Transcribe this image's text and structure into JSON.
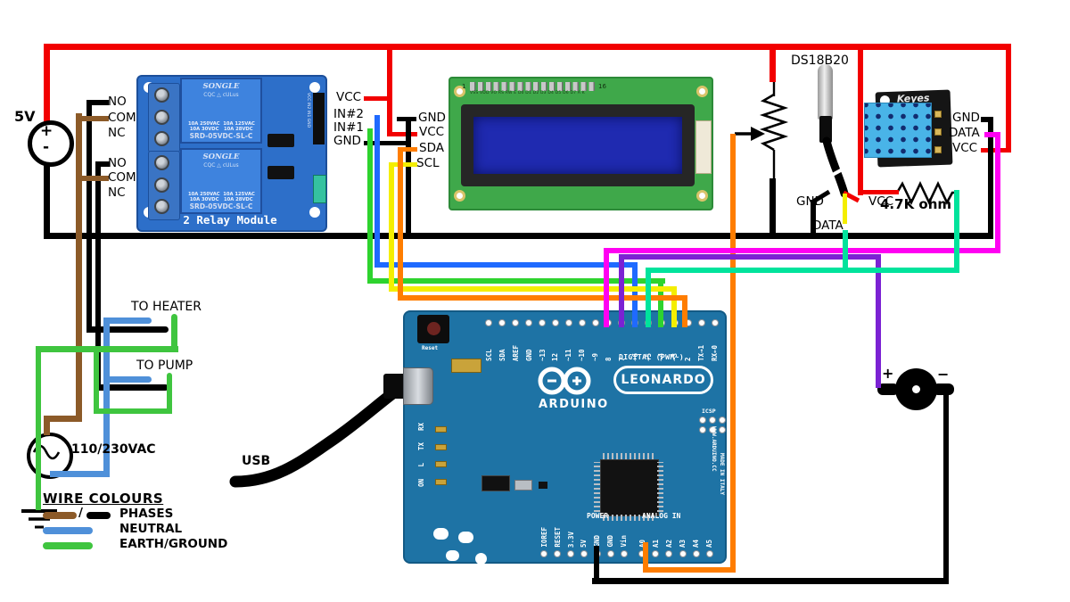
{
  "colors": {
    "wire_red": "#f20000",
    "wire_black": "#000000",
    "wire_brown": "#8c5a28",
    "wire_blue": "#1f6aff",
    "wire_neutral": "#4f90d9",
    "wire_green": "#2ed32e",
    "wire_earth": "#3fc53f",
    "wire_spring": "#00e39c",
    "wire_yellow": "#f4ee00",
    "wire_orange": "#ff7d00",
    "wire_magenta": "#ff00f2",
    "wire_purple": "#7b22d3",
    "relay_board": "#2d6fc9",
    "lcd_board": "#3fa84a",
    "lcd_screen": "#1f2ab0",
    "arduino_board": "#1e73a5",
    "sensor_blue": "#49b4e8",
    "pcb_black": "#151515"
  },
  "power": {
    "dc_label": "5V",
    "plus": "+",
    "minus": "-",
    "ac_label": "110/230VAC"
  },
  "relay": {
    "contacts_top": [
      "NO",
      "COM",
      "NC"
    ],
    "contacts_bottom": [
      "NO",
      "COM",
      "NC"
    ],
    "brand": "SONGLE",
    "cert": "CQC  △  cULus",
    "rating1": "10A 250VAC  10A 125VAC",
    "rating2": "10A 30VDC   10A 28VDC",
    "model": "SRD-05VDC-SL-C",
    "caption": "2 Relay Module",
    "header_pins": "VCC IN2 IN1 GND",
    "conn": {
      "vcc": "VCC",
      "in2": "IN#2",
      "in1": "IN#1",
      "gnd": "GND"
    }
  },
  "lcd": {
    "pin_first": "1",
    "pin_last": "16",
    "pin_names": "VSS VDD VO RS RW E D0 D1 D2 D3 D4 D5 D6 D7 A K",
    "conn": {
      "gnd": "GND",
      "vcc": "VCC",
      "sda": "SDA",
      "scl": "SCL"
    }
  },
  "ds18b20": {
    "name": "DS18B20",
    "gnd": "GND",
    "vcc": "VCC",
    "data": "DATA"
  },
  "dht11": {
    "brand": "Keyes",
    "gnd": "GND",
    "data": "DATA",
    "vcc": "VCC"
  },
  "pullup": {
    "value": "4.7K ohm"
  },
  "loads": {
    "heater": "TO HEATER",
    "pump": "TO PUMP"
  },
  "usb": {
    "label": "USB"
  },
  "buzzer": {
    "plus": "+",
    "minus": "−"
  },
  "legend": {
    "title": "WIRE COLOURS",
    "separator": "/",
    "phases": "PHASES",
    "neutral": "NEUTRAL",
    "earth": "EARTH/GROUND"
  },
  "arduino": {
    "digital_pins": [
      "SCL",
      "SDA",
      "AREF",
      "GND",
      "~13",
      "12",
      "~11",
      "~10",
      "~9",
      "8",
      "7",
      "~6",
      "~5",
      "~4",
      "~3",
      "2",
      "TX→1",
      "RX←0"
    ],
    "digital_caption": "DIGITAL (PWM~)",
    "brand": "ARDUINO",
    "model": "LEONARDO",
    "reset_label": "Reset",
    "led_labels": [
      "RX",
      "TX",
      "L",
      "ON"
    ],
    "icsp_label": "ICSP",
    "power_caption": "POWER",
    "analog_caption": "ANALOG IN",
    "power_pins": [
      "IOREF",
      "RESET",
      "3.3V",
      "5V",
      "GND",
      "GND",
      "Vin"
    ],
    "analog_pins": [
      "A0",
      "A1",
      "A2",
      "A3",
      "A4",
      "A5"
    ],
    "side_text_1": "WWW.ARDUINO.CC",
    "side_text_2": "MADE IN ITALY"
  }
}
